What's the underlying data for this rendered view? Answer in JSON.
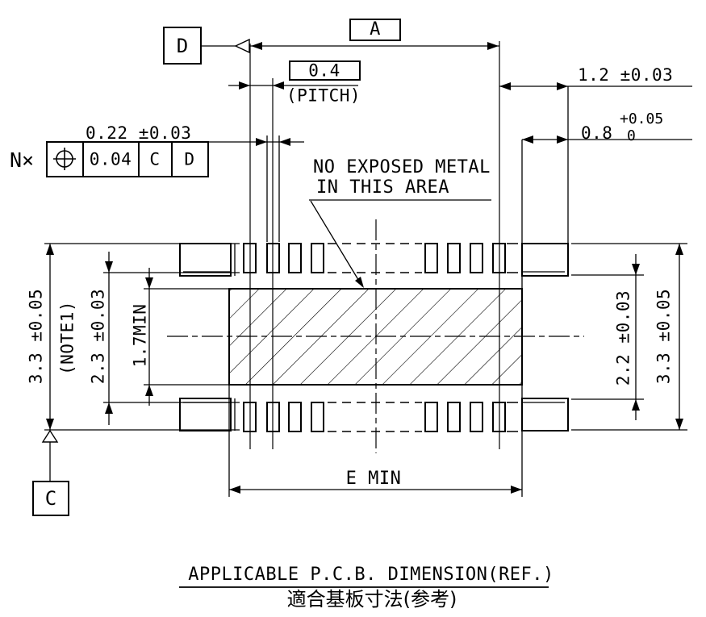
{
  "drawing": {
    "title_en": "APPLICABLE P.C.B. DIMENSION(REF.)",
    "title_jp": "適合基板寸法(参考)",
    "annotation": {
      "line1": "NO EXPOSED METAL",
      "line2": "IN THIS AREA"
    },
    "datums": {
      "d": "D",
      "c": "C"
    },
    "dimensions": {
      "overall_width_label": "A",
      "pitch_value": "0.4",
      "pitch_label": "(PITCH)",
      "pad_to_edge": "1.2 ±0.03",
      "pad_length": "0.8",
      "pad_length_tol_plus": "+0.05",
      "pad_length_tol_minus": "0",
      "pad_width": "0.22 ±0.03",
      "left_outer": "3.3 ±0.05",
      "left_outer_note": "(NOTE1)",
      "left_inner": "2.3 ±0.03",
      "body_height": "1.7MIN",
      "right_inner": "2.2 ±0.03",
      "right_outer": "3.3 ±0.05",
      "span_bottom": "E MIN"
    },
    "feature_control_frame": {
      "quantity": "N×",
      "symbol": "position",
      "tolerance": "0.04",
      "datum_primary": "C",
      "datum_secondary": "D"
    },
    "colors": {
      "ink": "#000000",
      "paper": "#ffffff"
    }
  }
}
